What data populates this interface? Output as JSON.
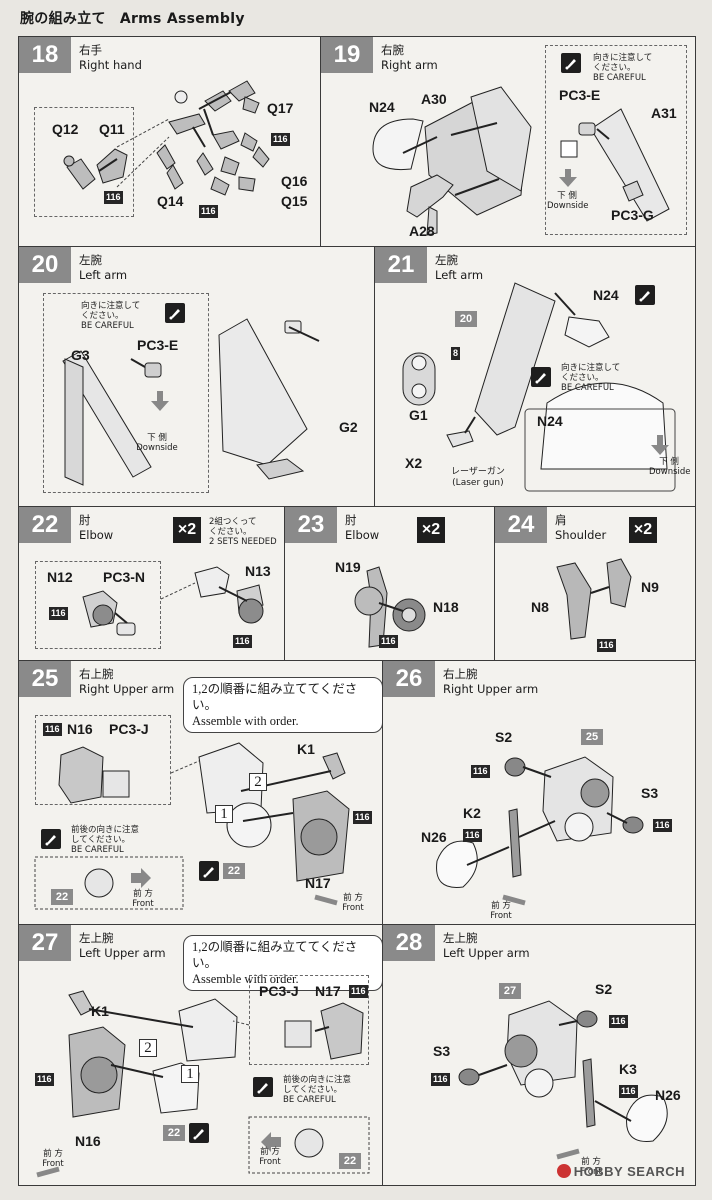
{
  "page": {
    "title_jp": "腕の組み立て",
    "title_en": "Arms Assembly"
  },
  "badges": {
    "b116": "116"
  },
  "common": {
    "careful_jp1": "向きに注意して",
    "careful_jp2": "ください。",
    "careful_en": "BE CAREFUL",
    "down_jp": "下 側",
    "down_en": "Downside",
    "front_jp": "前 方",
    "front_en": "Front",
    "order_jp": "1,2の順番に組み立ててください。",
    "order_en": "Assemble with order.",
    "x2": "×2",
    "two_sets_jp1": "2組つくって",
    "two_sets_jp2": "ください。",
    "two_sets_en": "2 SETS NEEDED",
    "order1": "1",
    "order2": "2",
    "careful_fb_jp1": "前後の向きに注意",
    "careful_fb_jp2": "してください。"
  },
  "s18": {
    "num": "18",
    "jp": "右手",
    "en": "Right hand",
    "parts": [
      "Q12",
      "Q11",
      "Q17",
      "Q16",
      "Q15",
      "Q14"
    ]
  },
  "s19": {
    "num": "19",
    "jp": "右腕",
    "en": "Right arm",
    "parts": [
      "N24",
      "A30",
      "A28",
      "PC3-E",
      "A31",
      "PC3-G"
    ]
  },
  "s20": {
    "num": "20",
    "jp": "左腕",
    "en": "Left arm",
    "parts": [
      "G3",
      "PC3-E",
      "G2"
    ]
  },
  "s21": {
    "num": "21",
    "jp": "左腕",
    "en": "Left arm",
    "parts": [
      "N24",
      "G1",
      "X2",
      "N24"
    ],
    "refs": [
      "20",
      "8"
    ],
    "laser_jp": "レーザーガン",
    "laser_en": "(Laser gun)"
  },
  "s22": {
    "num": "22",
    "jp": "肘",
    "en": "Elbow",
    "parts": [
      "N12",
      "PC3-N",
      "N13"
    ]
  },
  "s23": {
    "num": "23",
    "jp": "肘",
    "en": "Elbow",
    "parts": [
      "N19",
      "N18"
    ]
  },
  "s24": {
    "num": "24",
    "jp": "肩",
    "en": "Shoulder",
    "parts": [
      "N9",
      "N8"
    ]
  },
  "s25": {
    "num": "25",
    "jp": "右上腕",
    "en": "Right Upper arm",
    "parts": [
      "N16",
      "PC3-J",
      "K1",
      "N17"
    ],
    "refs": [
      "22",
      "22"
    ]
  },
  "s26": {
    "num": "26",
    "jp": "右上腕",
    "en": "Right Upper arm",
    "parts": [
      "S2",
      "S3",
      "K2",
      "N26"
    ],
    "refs": [
      "25"
    ]
  },
  "s27": {
    "num": "27",
    "jp": "左上腕",
    "en": "Left Upper arm",
    "parts": [
      "K1",
      "N16",
      "PC3-J",
      "N17"
    ],
    "refs": [
      "22",
      "22"
    ]
  },
  "s28": {
    "num": "28",
    "jp": "左上腕",
    "en": "Left Upper arm",
    "parts": [
      "S2",
      "S3",
      "K3",
      "N26"
    ],
    "refs": [
      "27"
    ]
  },
  "watermark": "HOBBY SEARCH"
}
